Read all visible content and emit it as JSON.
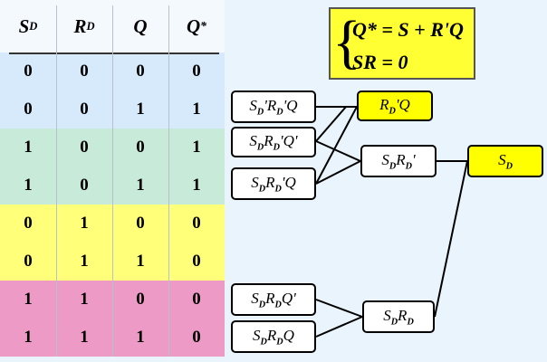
{
  "truth_table": {
    "headers": [
      {
        "base": "S",
        "sub": "D",
        "sup": ""
      },
      {
        "base": "R",
        "sub": "D",
        "sup": ""
      },
      {
        "base": "Q",
        "sub": "",
        "sup": ""
      },
      {
        "base": "Q",
        "sub": "",
        "sup": "*"
      }
    ],
    "rows": [
      {
        "values": [
          "0",
          "0",
          "0",
          "0"
        ],
        "color": "#d6eafc"
      },
      {
        "values": [
          "0",
          "0",
          "1",
          "1"
        ],
        "color": "#d6eafc"
      },
      {
        "values": [
          "1",
          "0",
          "0",
          "1"
        ],
        "color": "#c8ead8"
      },
      {
        "values": [
          "1",
          "0",
          "1",
          "1"
        ],
        "color": "#c8ead8"
      },
      {
        "values": [
          "0",
          "1",
          "0",
          "0"
        ],
        "color": "#ffff7a"
      },
      {
        "values": [
          "0",
          "1",
          "1",
          "0"
        ],
        "color": "#ffff7a"
      },
      {
        "values": [
          "1",
          "1",
          "0",
          "0"
        ],
        "color": "#ee9ac6"
      },
      {
        "values": [
          "1",
          "1",
          "1",
          "0"
        ],
        "color": "#ee9ac6"
      }
    ]
  },
  "formula": {
    "line1": "Q* = S + R'Q",
    "line2": "SR = 0"
  },
  "terms": {
    "t1": [
      {
        "b": "S",
        "s": "D"
      },
      {
        "b": "'",
        "s": ""
      },
      {
        "b": "R",
        "s": "D"
      },
      {
        "b": "'Q",
        "s": ""
      }
    ],
    "t2": [
      {
        "b": "S",
        "s": "D"
      },
      {
        "b": "R",
        "s": "D"
      },
      {
        "b": "'Q'",
        "s": ""
      }
    ],
    "t3": [
      {
        "b": "S",
        "s": "D"
      },
      {
        "b": "R",
        "s": "D"
      },
      {
        "b": "'Q",
        "s": ""
      }
    ],
    "t4": [
      {
        "b": "S",
        "s": "D"
      },
      {
        "b": "R",
        "s": "D"
      },
      {
        "b": "Q'",
        "s": ""
      }
    ],
    "t5": [
      {
        "b": "S",
        "s": "D"
      },
      {
        "b": "R",
        "s": "D"
      },
      {
        "b": "Q",
        "s": ""
      }
    ],
    "m1": [
      {
        "b": "R",
        "s": "D"
      },
      {
        "b": "'Q",
        "s": ""
      }
    ],
    "m2": [
      {
        "b": "S",
        "s": "D"
      },
      {
        "b": "R",
        "s": "D"
      },
      {
        "b": "'",
        "s": ""
      }
    ],
    "m3": [
      {
        "b": "S",
        "s": "D"
      },
      {
        "b": "R",
        "s": "D"
      }
    ],
    "result": [
      {
        "b": "S",
        "s": "D"
      }
    ]
  },
  "colors": {
    "highlight": "#ffff00",
    "line": "#000000"
  }
}
